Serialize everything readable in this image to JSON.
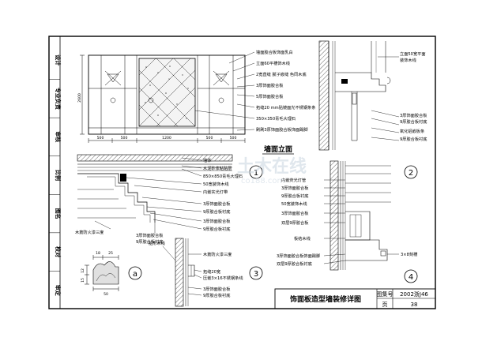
{
  "side_strip": {
    "labels": [
      "设计",
      "专业负责",
      "审核",
      "比例",
      "图名",
      "校对",
      "审定"
    ]
  },
  "elevation": {
    "title": "墙面立面",
    "notes": [
      "墙面胶合板饰面乳白",
      "立面60平槽饰木线",
      "2宽直缝 腻子嵌缝 色同木底",
      "3厚饰面胶合板",
      "5厚饰面胶合板",
      "拓缝20 mm贴镜面光不锈钢条条",
      "350×350青毛大理石",
      "刷刷3厚饰面胶合板饰面踢脚"
    ],
    "dims_bottom": [
      "500",
      "500",
      "1200",
      "500",
      "500"
    ],
    "dim_left": "2600"
  },
  "detail1": {
    "number": "1",
    "notes": [
      "墙体",
      "水泥砂浆粘贴层",
      "850×850青毛大理石",
      "50宽装饰木线",
      "内嵌实光灯带",
      "3厚饰面胶合板",
      "9厚胶合板衬底",
      "3厚饰面胶合板",
      "9厚胶合板衬底"
    ],
    "left_note": "木筋防火漆三度",
    "bottom_notes": [
      "3厚饰面胶合板",
      "9厚胶合板衬底"
    ]
  },
  "detail2": {
    "number": "2",
    "notes": [
      "立面50宽平面",
      "装饰木线",
      "3厚饰面胶合板",
      "9厚胶合板衬底",
      "氧化铝嵌板条",
      "9厚胶合板衬底"
    ]
  },
  "detail3": {
    "number": "3",
    "notes": [
      "木筋防火漆三度",
      "拓缝20宽",
      "压嵌3×16不锈钢条线",
      "3厚饰面胶合板",
      "9厚胶合板衬底"
    ],
    "left_note": "船形木线",
    "dims": [
      "18",
      "25",
      "50",
      "12",
      "15"
    ]
  },
  "detail4": {
    "number": "4",
    "notes": [
      "内嵌荧光灯管",
      "3厚饰面胶合板",
      "9厚胶合板衬底",
      "50宽装饰木线",
      "3厚饰面胶合板",
      "双层9厚胶合板"
    ],
    "left_note": "板结木线",
    "bottom_notes": [
      "3厚饰面胶合板饰面踢脚",
      "双层9厚胶合板衬底"
    ],
    "right_note": "3×8刻槽"
  },
  "detail_a": {
    "label": "a"
  },
  "title_block": {
    "drawing_title": "饰面板造型墙装修详图",
    "atlas_label": "图集号",
    "atlas_value": "2002浙J46",
    "page_label": "页",
    "page_value": "38"
  },
  "watermark": {
    "text": "土木在线",
    "sub": "co188.com"
  }
}
